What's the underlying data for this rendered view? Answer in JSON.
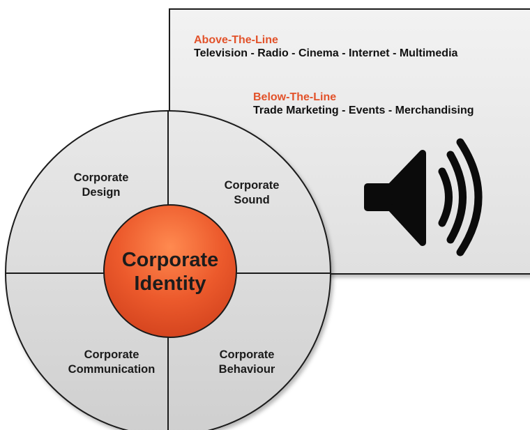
{
  "above_the_line": {
    "heading": "Above-The-Line",
    "channels": "Television - Radio - Cinema - Internet - Multimedia"
  },
  "below_the_line": {
    "heading": "Below-The-Line",
    "channels": "Trade Marketing - Events - Merchandising"
  },
  "center": {
    "line1": "Corporate",
    "line2": "Identity"
  },
  "quadrants": {
    "design": {
      "line1": "Corporate",
      "line2": "Design"
    },
    "sound": {
      "line1": "Corporate",
      "line2": "Sound"
    },
    "communication": {
      "line1": "Corporate",
      "line2": "Communication"
    },
    "behaviour": {
      "line1": "Corporate",
      "line2": "Behaviour"
    }
  },
  "icon": "speaker-with-sound-waves-icon",
  "colors": {
    "accent": "#e2522a",
    "center_fill": "#e9532a",
    "panel_fill": "#e6e6e6",
    "circle_fill": "#d9d9d9",
    "outline": "#1a1a1a"
  }
}
